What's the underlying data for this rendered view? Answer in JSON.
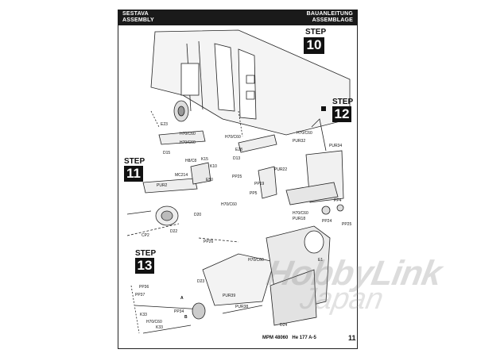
{
  "header": {
    "left_line1": "SESTAVA",
    "left_line2": "ASSEMBLY",
    "right_line1": "BAUANLEITUNG",
    "right_line2": "ASSEMBLAGE"
  },
  "steps": {
    "step_word": "STEP",
    "step10": "10",
    "step11": "11",
    "step12": "12",
    "step13": "13"
  },
  "part_labels": {
    "e23": "E23",
    "d15": "D15",
    "e28": "E28",
    "d13": "D13",
    "k15": "K15",
    "k10": "K10",
    "e50": "E50",
    "pur2": "PUR2",
    "pur32": "PUR32",
    "pur34": "PUR34",
    "pur22": "PUR22",
    "pp25a": "PP25",
    "pp19": "PP19",
    "pp5": "PP5",
    "pp4": "PP4",
    "pp24": "PP24",
    "pp25b": "PP25",
    "pur18": "PUR18",
    "d20": "D20",
    "cp2": "CP2",
    "d22": "D22",
    "pp26": "PP26",
    "e1": "E1",
    "d23": "D23",
    "pur39": "PUR39",
    "pur38": "PUR38",
    "d24": "D24",
    "pp36": "PP36",
    "pp37": "PP37",
    "pp34": "PP34",
    "k33a": "K33",
    "k33b": "K33",
    "a": "A",
    "b": "B"
  },
  "color_tags": {
    "rlm02a": "H70/C60",
    "rlm02b": "H70/C60",
    "rlm02c": "H70/C60",
    "rlm02d": "H70/C60",
    "rlm02e": "H70/C60",
    "rlm02f": "H70/C60",
    "rlm02g": "H70/C60",
    "rlm02h": "H70/C60",
    "black": "MC214",
    "alu": "H8/C8"
  },
  "footer": {
    "catalog": "MPM 48060",
    "model": "He 177 A-5",
    "page": "11"
  },
  "watermark": {
    "line1": "HobbyLink",
    "line2": "Japan"
  }
}
